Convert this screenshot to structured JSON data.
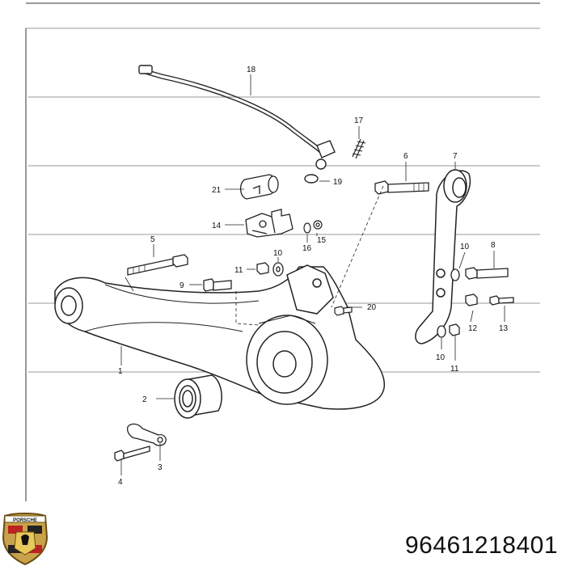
{
  "diagram": {
    "callouts": {
      "c1": "1",
      "c2": "2",
      "c3": "3",
      "c4": "4",
      "c5": "5",
      "c6": "6",
      "c7": "7",
      "c8": "8",
      "c9": "9",
      "c10a": "10",
      "c10b": "10",
      "c10c": "10",
      "c11a": "11",
      "c11b": "11",
      "c12": "12",
      "c13": "13",
      "c14": "14",
      "c15": "15",
      "c16": "16",
      "c17": "17",
      "c18": "18",
      "c19": "19",
      "c20": "20",
      "c21": "21"
    }
  },
  "footer": {
    "part_number": "96461218401",
    "logo_text": "PORSCHE"
  }
}
